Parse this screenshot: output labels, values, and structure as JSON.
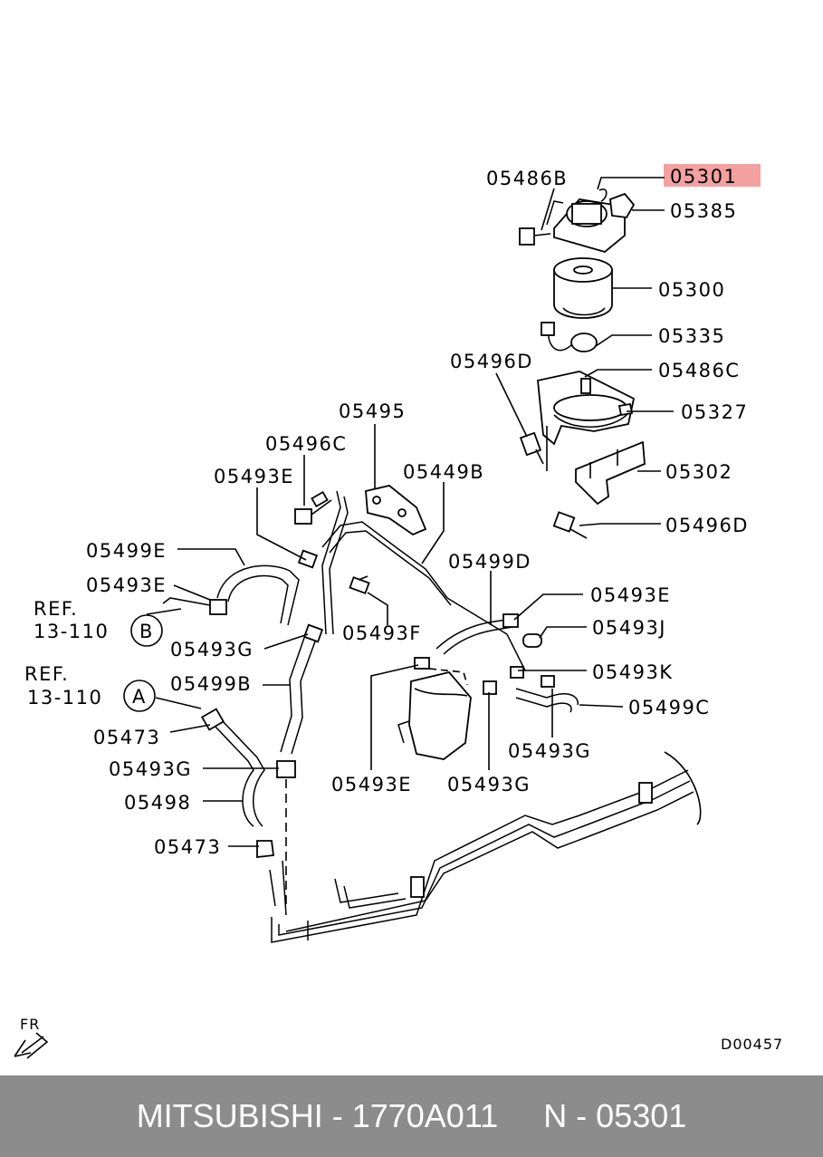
{
  "diagram": {
    "callouts": {
      "c05486B": "05486B",
      "c05301": "05301",
      "c05385": "05385",
      "c05300": "05300",
      "c05335": "05335",
      "c05496D_top": "05496D",
      "c05486C": "05486C",
      "c05327": "05327",
      "c05495": "05495",
      "c05496C": "05496C",
      "c05449B": "05449B",
      "c05302": "05302",
      "c05493E_a": "05493E",
      "c05499E": "05499E",
      "c05493E_b": "05493E",
      "c05499D": "05499D",
      "c05496D_bottom": "05496D",
      "c05493E_c": "05493E",
      "c05493F": "05493F",
      "c05493J": "05493J",
      "c05493G_a": "05493G",
      "c05493K": "05493K",
      "c05499B": "05499B",
      "c05499C": "05499C",
      "c05473_a": "05473",
      "c05493G_b": "05493G",
      "c05493G_c": "05493G",
      "c05498": "05498",
      "c05493E_d": "05493E",
      "c05493G_d": "05493G",
      "c05473_b": "05473"
    },
    "refs": {
      "refB_line1": "REF.",
      "refB_line2": "13-110",
      "refB_circle": "B",
      "refA_line1": "REF.",
      "refA_line2": "13-110",
      "refA_circle": "A"
    },
    "front_marker": "FR",
    "drawing_code": "D00457",
    "highlight_color": "#f3a0a0"
  },
  "footer": {
    "text": "MITSUBISHI - 1770A011     N - 05301"
  }
}
